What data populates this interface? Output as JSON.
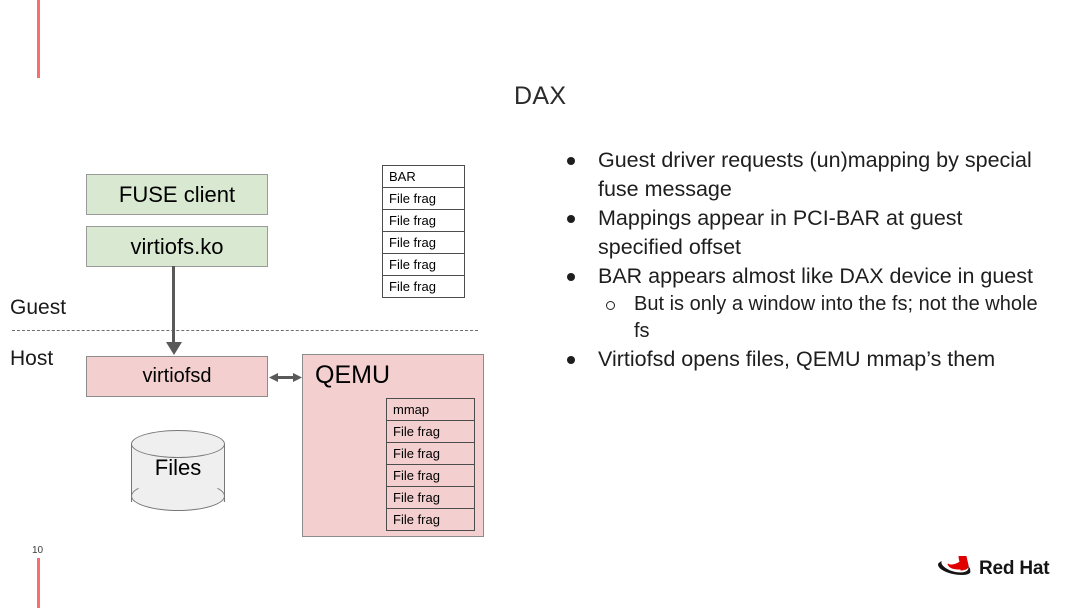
{
  "slide": {
    "title": "DAX",
    "number": "10"
  },
  "diagram": {
    "guest_label": "Guest",
    "host_label": "Host",
    "boxes": {
      "fuse_client": "FUSE client",
      "virtiofs_ko": "virtiofs.ko",
      "virtiofsd": "virtiofsd",
      "qemu": "QEMU",
      "files": "Files"
    },
    "bar_table": {
      "header": "BAR",
      "rows": [
        "File frag",
        "File frag",
        "File frag",
        "File frag",
        "File frag"
      ]
    },
    "mmap_table": {
      "header": "mmap",
      "rows": [
        "File frag",
        "File frag",
        "File frag",
        "File frag",
        "File frag"
      ]
    },
    "colors": {
      "guest_box_fill": "#d9e8d0",
      "host_box_fill": "#f3cfcf",
      "cylinder_fill": "#efefef",
      "arrow": "#595959",
      "accent_red": "#f86d6d"
    }
  },
  "bullets": [
    {
      "level": 0,
      "text": "Guest driver requests (un)mapping by special fuse message"
    },
    {
      "level": 0,
      "text": "Mappings appear in PCI-BAR at guest specified offset"
    },
    {
      "level": 0,
      "text": "BAR appears almost like DAX device in guest"
    },
    {
      "level": 1,
      "text": "But is only a window into the fs; not the whole fs"
    },
    {
      "level": 0,
      "text": "Virtiofsd opens files, QEMU mmap’s them"
    }
  ],
  "logo": {
    "text": "Red Hat",
    "hat_color": "#e00000"
  }
}
